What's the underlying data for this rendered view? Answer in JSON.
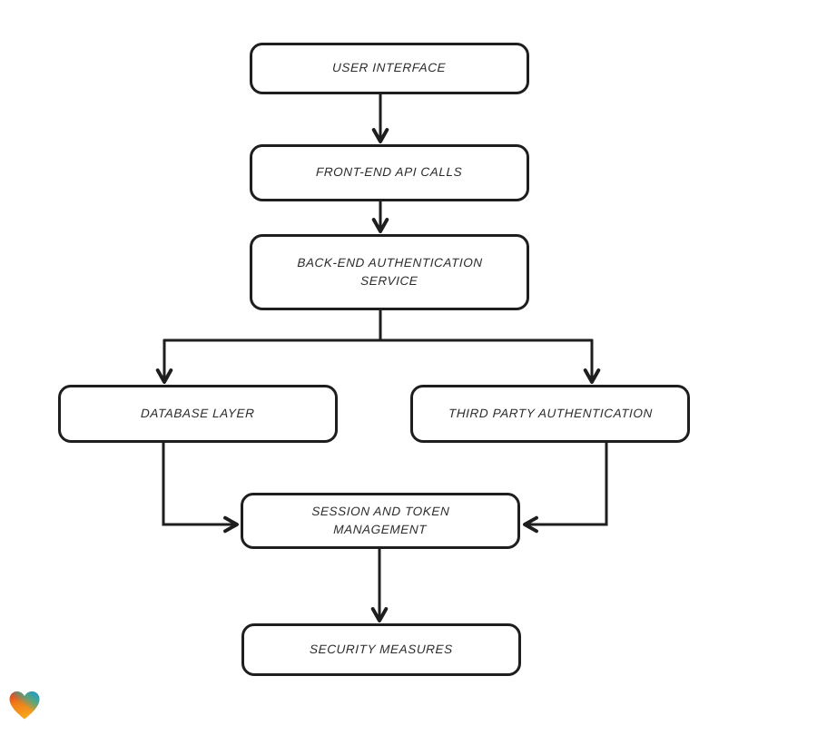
{
  "diagram": {
    "background_color": "#ffffff",
    "stroke_color": "#1e1e1e",
    "text_color": "#2b2b2b",
    "nodes": [
      {
        "id": "user-interface",
        "label": "USER INTERFACE"
      },
      {
        "id": "front-end-api-calls",
        "label": "FRONT-END API CALLS"
      },
      {
        "id": "back-end-auth-service",
        "label": "BACK-END AUTHENTICATION\nSERVICE"
      },
      {
        "id": "database-layer",
        "label": "DATABASE LAYER"
      },
      {
        "id": "third-party-auth",
        "label": "THIRD PARTY AUTHENTICATION"
      },
      {
        "id": "session-token-management",
        "label": "SESSION AND TOKEN\nMANAGEMENT"
      },
      {
        "id": "security-measures",
        "label": "SECURITY MEASURES"
      }
    ],
    "edges": [
      {
        "from": "user-interface",
        "to": "front-end-api-calls"
      },
      {
        "from": "front-end-api-calls",
        "to": "back-end-auth-service"
      },
      {
        "from": "back-end-auth-service",
        "to": "database-layer"
      },
      {
        "from": "back-end-auth-service",
        "to": "third-party-auth"
      },
      {
        "from": "database-layer",
        "to": "session-token-management"
      },
      {
        "from": "third-party-auth",
        "to": "session-token-management"
      },
      {
        "from": "session-token-management",
        "to": "security-measures"
      }
    ]
  },
  "branding": {
    "logo_name": "eraser-heart-logo",
    "logo_colors": {
      "red": "#e03024",
      "blue": "#1e9ad6",
      "orange": "#f7a51b"
    }
  }
}
